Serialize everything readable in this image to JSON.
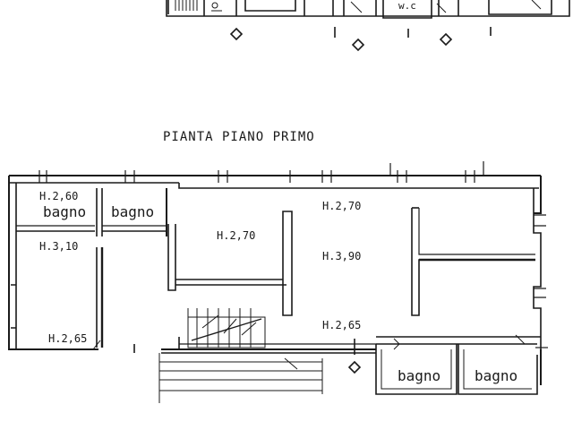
{
  "top_plan": {
    "wc_label": "w.c"
  },
  "first_floor": {
    "title": "PIANTA PIANO PRIMO",
    "rooms": {
      "bagno_top_left": "bagno",
      "bagno_top_center": "bagno",
      "bagno_bottom_left": "bagno",
      "bagno_bottom_right": "bagno"
    },
    "heights": {
      "h_top_left": "H.2,60",
      "h_left_mid": "H.3,10",
      "h_left_bottom": "H.2,65",
      "h_center_left": "H.2,70",
      "h_center_top": "H.2,70",
      "h_center_mid": "H.3,90",
      "h_center_bottom": "H.2,65"
    }
  },
  "colors": {
    "ink": "#1a1a1a",
    "background": "#ffffff"
  }
}
